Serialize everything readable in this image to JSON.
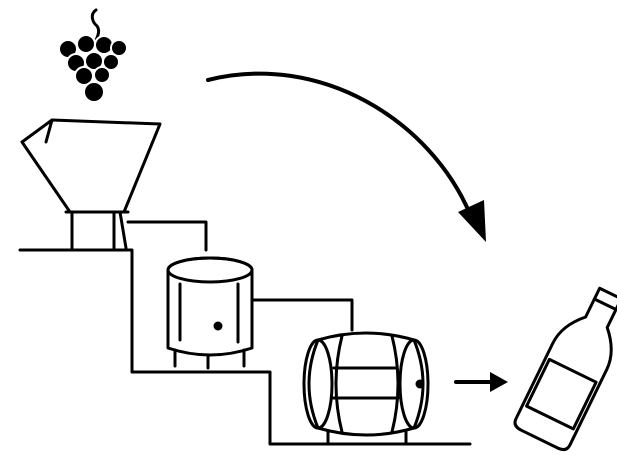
{
  "diagram": {
    "stages": [
      {
        "id": "grapes",
        "icon": "grape-bunch-icon"
      },
      {
        "id": "press",
        "icon": "hopper-press-icon"
      },
      {
        "id": "fermentation",
        "icon": "fermentation-vat-icon"
      },
      {
        "id": "aging",
        "icon": "oak-barrel-icon"
      },
      {
        "id": "bottling",
        "icon": "wine-bottle-icon"
      }
    ],
    "colors": {
      "ink": "#000000",
      "background": "#ffffff"
    }
  }
}
